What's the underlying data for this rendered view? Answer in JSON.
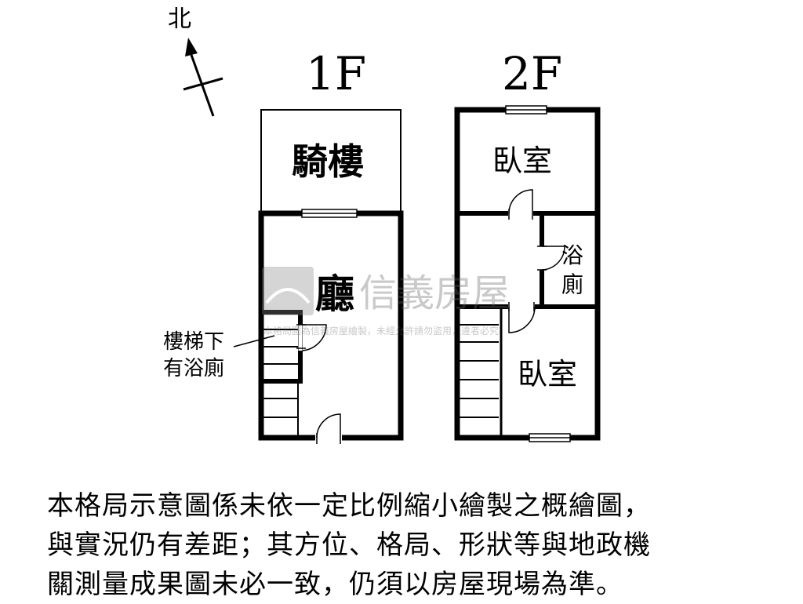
{
  "compass": {
    "label": "北"
  },
  "floors": [
    {
      "title": "1F"
    },
    {
      "title": "2F"
    }
  ],
  "rooms": {
    "arcade": "騎樓",
    "living": "廳",
    "bedroom_front": "臥室",
    "bath_top": "浴",
    "bath_bottom": "廁",
    "bedroom_back": "臥室"
  },
  "annotation": {
    "line1": "樓梯下",
    "line2": "有浴廁"
  },
  "watermark": {
    "brand": "信義房屋",
    "notice": "本格局圖為信義房屋繪製，未經允許請勿盜用，違者必究"
  },
  "disclaimer": {
    "line1": "本格局示意圖係未依一定比例縮小繪製之概繪圖，",
    "line2": "與實況仍有差距；其方位、格局、形狀等與地政機",
    "line3": "關測量成果圖未必一致，仍須以房屋現場為準。"
  }
}
